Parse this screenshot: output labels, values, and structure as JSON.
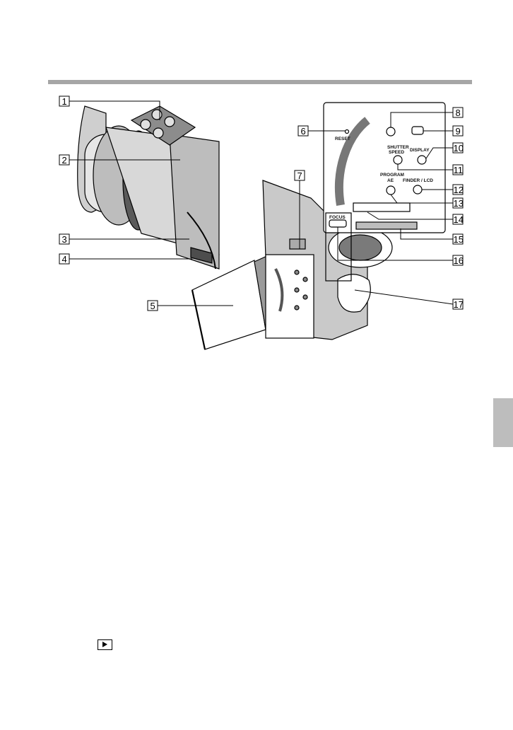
{
  "callouts": [
    "1",
    "2",
    "3",
    "4",
    "5",
    "6",
    "7",
    "8",
    "9",
    "10",
    "11",
    "12",
    "13",
    "14",
    "15",
    "16",
    "17"
  ],
  "button_labels": {
    "reset": "RESET",
    "shutter_speed_1": "SHUTTER",
    "shutter_speed_2": "SPEED",
    "display": "DISPLAY",
    "program_ae_1": "PROGRAM",
    "program_ae_2": "AE",
    "finder_lcd": "FINDER / LCD",
    "focus": "FOCUS"
  },
  "footer_icon": "play-icon",
  "colors": {
    "rule": "#a6a6a6",
    "side_tab": "#bdbdbd"
  }
}
